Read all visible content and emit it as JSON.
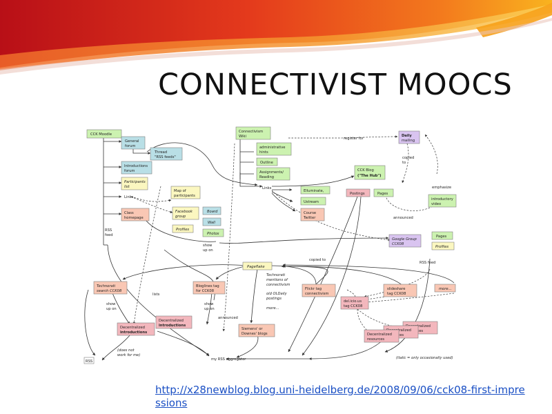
{
  "slide": {
    "title": "CONNECTIVIST MOOCS",
    "source_link": "http://x28newblog.blog.uni-heidelberg.de/2008/09/06/cck08-first-impressions",
    "colors": {
      "flame_dark": "#c0111a",
      "flame_mid": "#e8541b",
      "flame_light": "#f7a11a",
      "link": "#1a4fc4"
    }
  },
  "diagram": {
    "nodes": {
      "cck_moodle": "CCK Moodle",
      "general_forum_1": "General",
      "general_forum_2": "forum",
      "thread_1": "Thread",
      "thread_2": "\"RSS feeds\"",
      "intro_forum_1": "Introductions",
      "intro_forum_2": "forum",
      "participants_1": "Participants",
      "participants_2": "list",
      "links_moodle": "Links",
      "class_homepage_1": "Class",
      "class_homepage_2": "homepage",
      "rss_feed_moodle_1": "RSS",
      "rss_feed_moodle_2": "feed",
      "map_participants_1": "Map of",
      "map_participants_2": "participants",
      "facebook_group_1": "Facebook",
      "facebook_group_2": "group",
      "board": "Board",
      "wall": "Wall",
      "profiles_fb": "Profiles",
      "photos": "Photos",
      "show_up_on_1a": "show",
      "show_up_on_1b": "up on",
      "wiki_1": "Connectivism",
      "wiki_2": "Wiki",
      "admin_hints_1": "administrative",
      "admin_hints_2": "hints",
      "outline": "Outline",
      "assignments_1": "Assignments/",
      "assignments_2": "Reading",
      "links_wiki": "Links",
      "elluminate": "Elluminate,",
      "ustream": "Ustream",
      "course_twitter_1": "Course",
      "course_twitter_2": "Twitter",
      "register_for": "register for",
      "daily_mailing_1": "Daily",
      "daily_mailing_2": "mailing",
      "copied_to": "copied",
      "copied_to_2": "to",
      "cck_blog_1": "CCK Blog",
      "cck_blog_2": "(\"The Hub\")",
      "postings": "Postings",
      "pages_blog": "Pages",
      "emphasize": "emphasize",
      "intro_video_1": "introductory",
      "intro_video_2": "video",
      "announced_1": "announced",
      "google_group_1": "Google Group",
      "google_group_2": "CCK08",
      "pages_gg": "Pages",
      "profiles_gg": "Profiles",
      "rss_feed_gg": "RSS feed",
      "pageflake": "Pageflake",
      "copied_to_b": "copied to",
      "technorati_mentions_1": "Technorati",
      "technorati_mentions_2": "mentions of",
      "technorati_mentions_3": "connectivism",
      "old_oldaily_1": "old OLDaily",
      "old_oldaily_2": "postings",
      "more_1": "more...",
      "technorati_search_1": "Technorati",
      "technorati_search_2": "search CCK08",
      "bloglines_1": "Bloglines tag",
      "bloglines_2": "for CCK08",
      "lists": "lists",
      "show_up_on_2a": "show",
      "show_up_on_2b": "up on",
      "show_up_on_3a": "show",
      "show_up_on_3b": "up on",
      "flickr_1": "Flickr tag",
      "flickr_2": "connectivism",
      "slideshare_1": "slideshare",
      "slideshare_2": "tag CCK08",
      "more_2": "more...",
      "delicious_1": "del.icio.us",
      "delicious_2": "tag CCK08",
      "decentralized_intro_1": "Decentralized",
      "decentralized_intro_2": "introductions",
      "decentralized_intro_b1": "Decentralized",
      "decentralized_intro_b2": "introductions",
      "announced_2": "announced",
      "siemens_blogs_1": "Siemens' or",
      "siemens_blogs_2": "Downes' blogs",
      "decentralized_res_1": "Decentralized",
      "decentralized_res_2": "resources",
      "decentralized_res_b1": "Decentralized",
      "decentralized_res_b2": "resources",
      "decentralized_res_c1": "Decentralized",
      "decentralized_res_c2": "resources",
      "does_not_work_1": "(does not",
      "does_not_work_2": "work for me)",
      "rss_aggregator": "my RSS aggregator",
      "legend": "(italic = only occasionally used)"
    },
    "node_colors": {
      "green": "#ccf2b0",
      "blue": "#b9dfe6",
      "yellow": "#fbf7c0",
      "salmon": "#f9c7b4",
      "purple": "#d9c4f0",
      "pink": "#f3b7bd",
      "white": "#ffffff"
    }
  }
}
